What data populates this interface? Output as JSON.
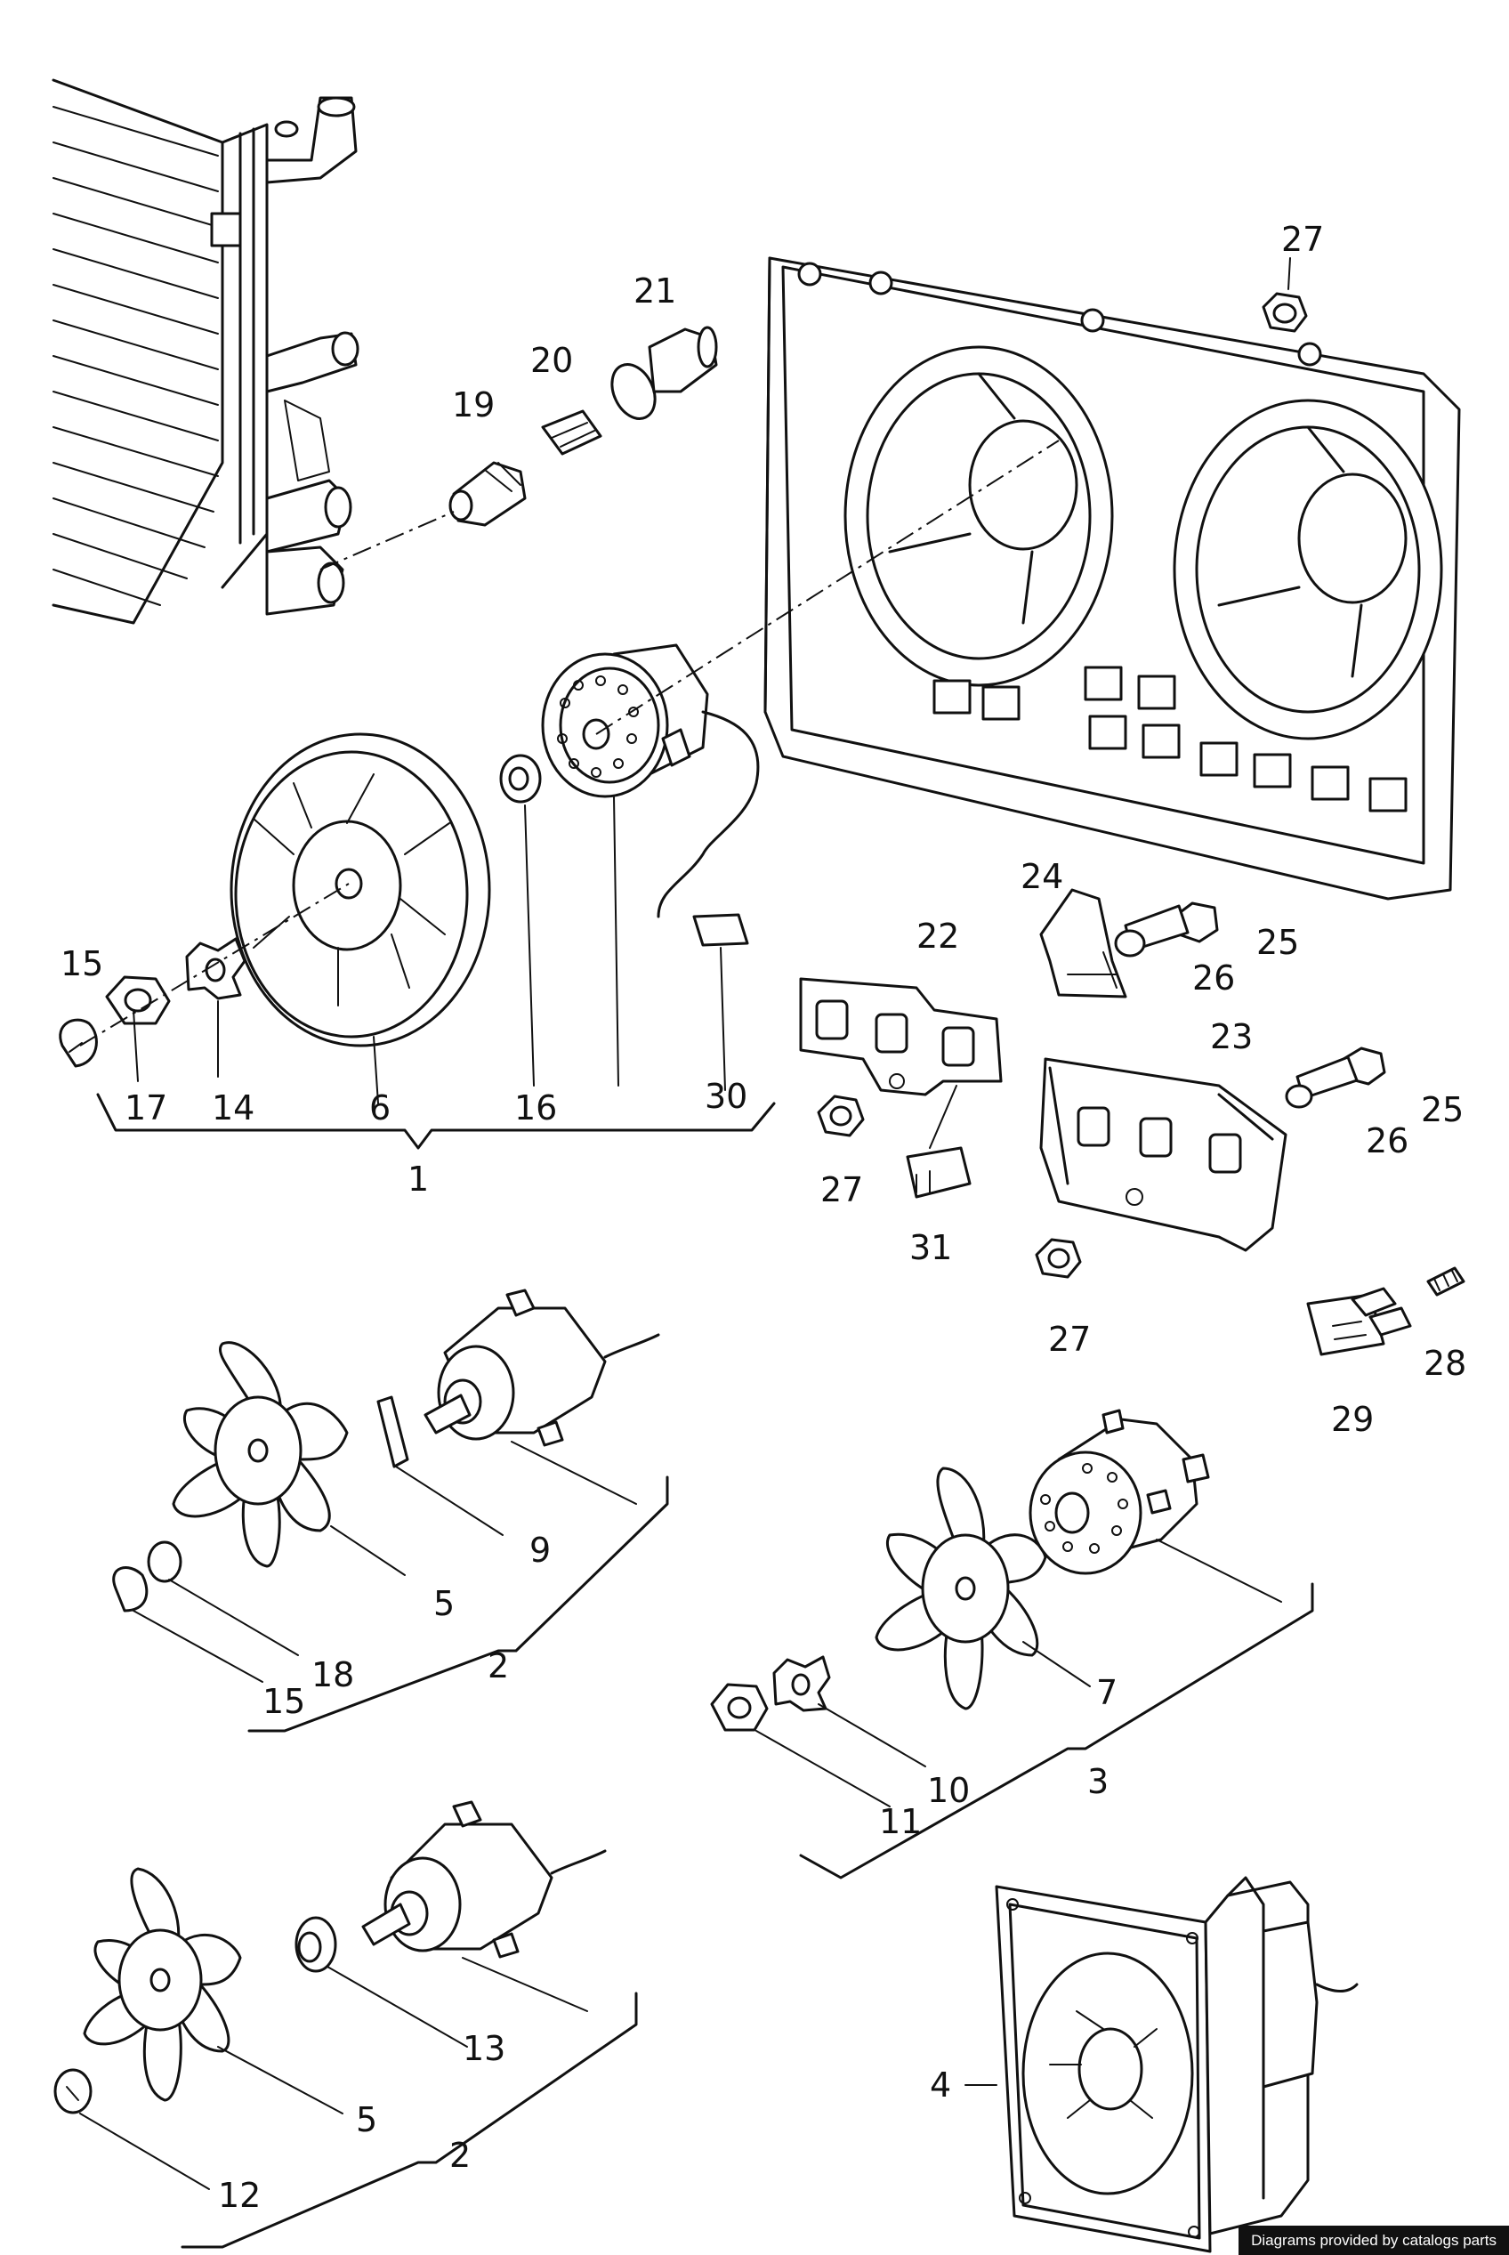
{
  "diagram": {
    "callouts": {
      "c27a": "27",
      "c21": "21",
      "c20": "20",
      "c19": "19",
      "c24": "24",
      "c25a": "25",
      "c26a": "26",
      "c22": "22",
      "c15a": "15",
      "c17": "17",
      "c14": "14",
      "c6": "6",
      "c16": "16",
      "c30": "30",
      "c1": "1",
      "c23": "23",
      "c25b": "25",
      "c26b": "26",
      "c27b": "27",
      "c31": "31",
      "c27c": "27",
      "c28": "28",
      "c29": "29",
      "c9": "9",
      "c5a": "5",
      "c18": "18",
      "c15b": "15",
      "c2a": "2",
      "c7": "7",
      "c10": "10",
      "c11": "11",
      "c3": "3",
      "c13": "13",
      "c5b": "5",
      "c12": "12",
      "c2b": "2",
      "c4": "4"
    }
  },
  "credit": "Diagrams provided by catalogs parts"
}
